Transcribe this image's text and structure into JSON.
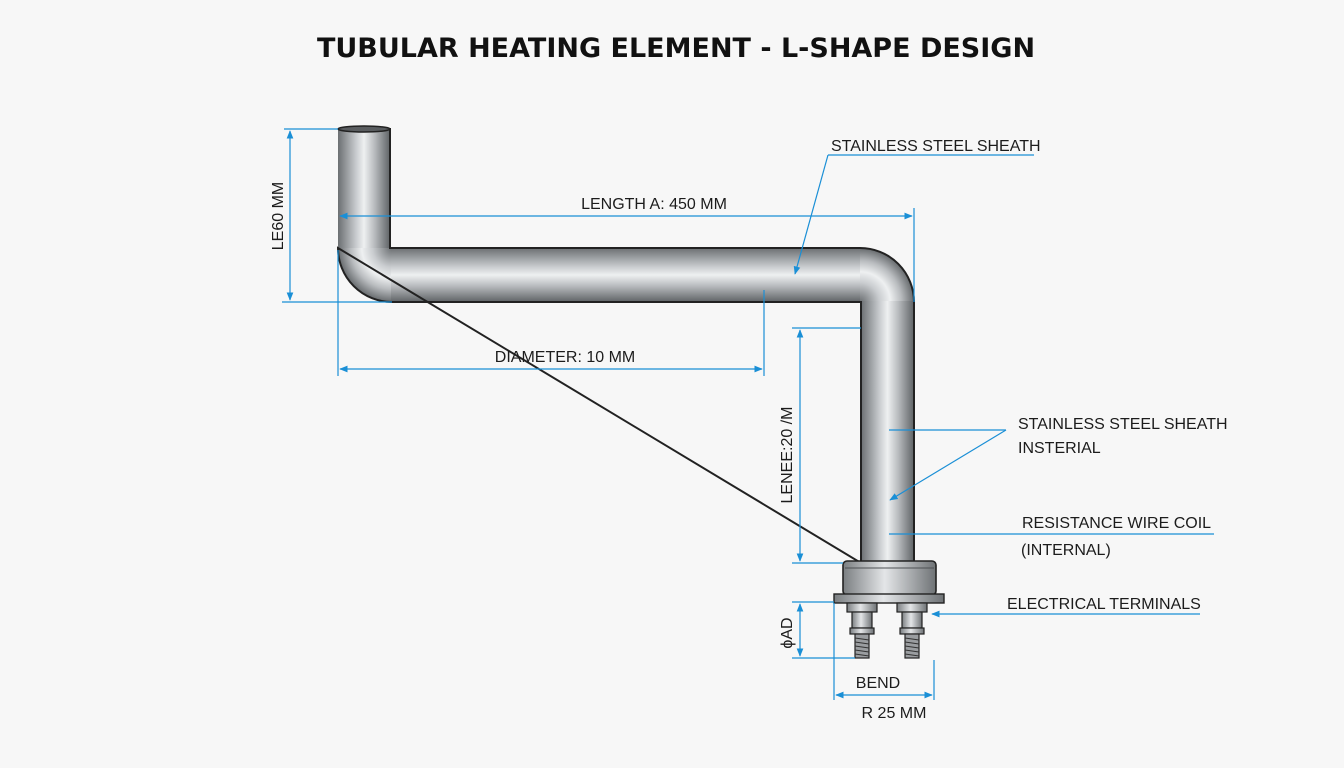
{
  "title": "TUBULAR HEATING ELEMENT - L-SHAPE DESIGN",
  "labels": {
    "sheath_top": "STAINLESS STEEL SHEATH",
    "length_a": "LENGTH A: 450 MM",
    "diameter": "DIAMETER: 10 MM",
    "left_height": "LE60 MM",
    "vertical_len": "LENEE:20 /M",
    "sheath_mid_1": "STAINLESS STEEL SHEATH",
    "sheath_mid_2": "INSTERIAL",
    "coil_1": "RESISTANCE WIRE COIL",
    "coil_2": "(INTERNAL)",
    "terminals": "ELECTRICAL TERMINALS",
    "phi_d": "ϕAD",
    "bend": "BEND",
    "bend_radius": "R 25 MM"
  },
  "colors": {
    "dimension": "#1a8fd6",
    "tube_dark": "#5f6366",
    "tube_light": "#eef0f1"
  }
}
